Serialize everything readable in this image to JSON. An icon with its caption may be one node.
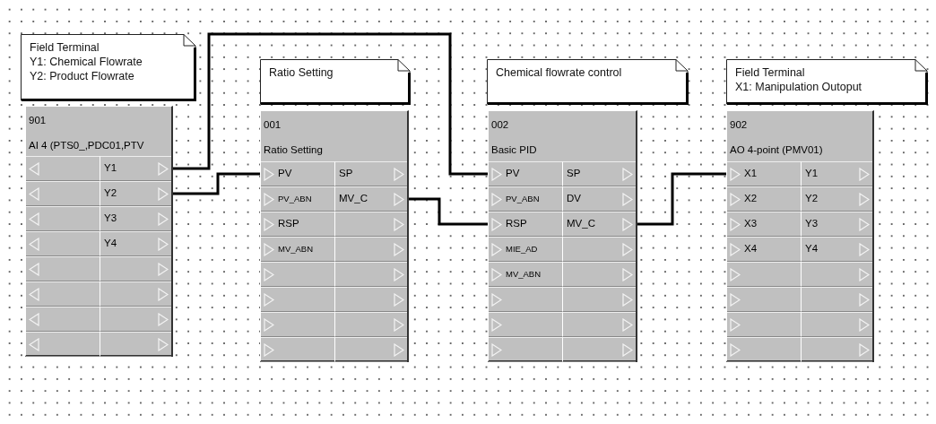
{
  "diagram": {
    "nodes": [
      {
        "text": [
          "Field Terminal",
          "Y1: Chemical Flowrate",
          "Y2: Product Flowrate"
        ]
      },
      {
        "text": [
          "901",
          "AI 4 (PTS0_,PDC01,PTV"
        ]
      },
      {
        "text": [],
        "shape": "box",
        "in": 1
      },
      {
        "text": [
          "Y1"
        ],
        "in": 1
      },
      {
        "text": [],
        "shape": "box",
        "in": 1
      },
      {
        "text": [
          "Y2"
        ],
        "in": 1
      },
      {
        "text": [],
        "shape": "box",
        "in": 1
      },
      {
        "text": [
          "Y3"
        ],
        "in": 1
      },
      {
        "text": [],
        "shape": "box",
        "in": 1
      },
      {
        "text": [
          "Y4"
        ],
        "in": 1
      },
      {
        "text": [],
        "shape": "box",
        "in": 1
      },
      {
        "text": [],
        "shape": "box",
        "in": 1
      },
      {
        "text": [],
        "shape": "box",
        "in": 1
      },
      {
        "text": [],
        "shape": "box",
        "in": 1
      },
      {
        "text": [],
        "shape": "box",
        "in": 1
      },
      {
        "text": [],
        "shape": "box",
        "in": 1
      },
      {
        "text": [],
        "shape": "box",
        "in": 1
      },
      {
        "text": [],
        "shape": "box",
        "in": 1
      },
      {
        "text": [
          "Ratio Setting"
        ]
      },
      {
        "text": [
          "001",
          "Ratio Setting"
        ]
      },
      {
        "text": [
          "PV"
        ],
        "in": 19
      },
      {
        "text": [
          "SP"
        ],
        "in": 19
      },
      {
        "text": [
          "PV_ABN"
        ],
        "in": 19
      },
      {
        "text": [
          "MV_C"
        ],
        "in": 19
      },
      {
        "text": [
          "RSP"
        ],
        "in": 19
      },
      {
        "text": [],
        "shape": "box",
        "in": 19
      },
      {
        "text": [
          "MV_ABN"
        ],
        "in": 19
      },
      {
        "text": [],
        "shape": "box",
        "in": 19
      },
      {
        "text": [],
        "shape": "box",
        "in": 19
      },
      {
        "text": [],
        "shape": "box",
        "in": 19
      },
      {
        "text": [],
        "shape": "box",
        "in": 19
      },
      {
        "text": [],
        "shape": "box",
        "in": 19
      },
      {
        "text": [],
        "shape": "box",
        "in": 19
      },
      {
        "text": [],
        "shape": "box",
        "in": 19
      },
      {
        "text": [],
        "shape": "box",
        "in": 19
      },
      {
        "text": [],
        "shape": "box",
        "in": 19
      },
      {
        "text": [
          "Chemical flowrate control"
        ]
      },
      {
        "text": [
          "002",
          "Basic PID"
        ]
      },
      {
        "text": [
          "PV"
        ],
        "in": 37
      },
      {
        "text": [
          "SP"
        ],
        "in": 37
      },
      {
        "text": [
          "PV_ABN"
        ],
        "in": 37
      },
      {
        "text": [
          "DV"
        ],
        "in": 37
      },
      {
        "text": [
          "RSP"
        ],
        "in": 37
      },
      {
        "text": [
          "MV_C"
        ],
        "in": 37
      },
      {
        "text": [
          "MIE_AD"
        ],
        "in": 37
      },
      {
        "text": [],
        "shape": "box",
        "in": 37
      },
      {
        "text": [
          "MV_ABN"
        ],
        "in": 37
      },
      {
        "text": [],
        "shape": "box",
        "in": 37
      },
      {
        "text": [],
        "shape": "box",
        "in": 37
      },
      {
        "text": [],
        "shape": "box",
        "in": 37
      },
      {
        "text": [],
        "shape": "box",
        "in": 37
      },
      {
        "text": [],
        "shape": "box",
        "in": 37
      },
      {
        "text": [],
        "shape": "box",
        "in": 37
      },
      {
        "text": [],
        "shape": "box",
        "in": 37
      },
      {
        "text": [
          "Field Terminal",
          "X1: Manipulation Outoput"
        ]
      },
      {
        "text": [
          "902",
          "AO 4-point (PMV01)"
        ]
      },
      {
        "text": [
          "X1"
        ],
        "in": 55
      },
      {
        "text": [
          "Y1"
        ],
        "in": 55
      },
      {
        "text": [
          "X2"
        ],
        "in": 55
      },
      {
        "text": [
          "Y2"
        ],
        "in": 55
      },
      {
        "text": [
          "X3"
        ],
        "in": 55
      },
      {
        "text": [
          "Y3"
        ],
        "in": 55
      },
      {
        "text": [
          "X4"
        ],
        "in": 55
      },
      {
        "text": [
          "Y4"
        ],
        "in": 55
      },
      {
        "text": [],
        "shape": "box",
        "in": 55
      },
      {
        "text": [],
        "shape": "box",
        "in": 55
      },
      {
        "text": [],
        "shape": "box",
        "in": 55
      },
      {
        "text": [],
        "shape": "box",
        "in": 55
      },
      {
        "text": [],
        "shape": "box",
        "in": 55
      },
      {
        "text": [],
        "shape": "box",
        "in": 55
      },
      {
        "text": [],
        "shape": "box",
        "in": 55
      },
      {
        "text": [],
        "shape": "box",
        "in": 55
      }
    ],
    "edges": [
      {
        "from": 3,
        "to": 38,
        "arrow": "none"
      },
      {
        "from": 5,
        "to": 20,
        "arrow": "none"
      },
      {
        "from": 23,
        "to": 42,
        "arrow": "none"
      },
      {
        "from": 43,
        "to": 56,
        "arrow": "none"
      }
    ]
  }
}
